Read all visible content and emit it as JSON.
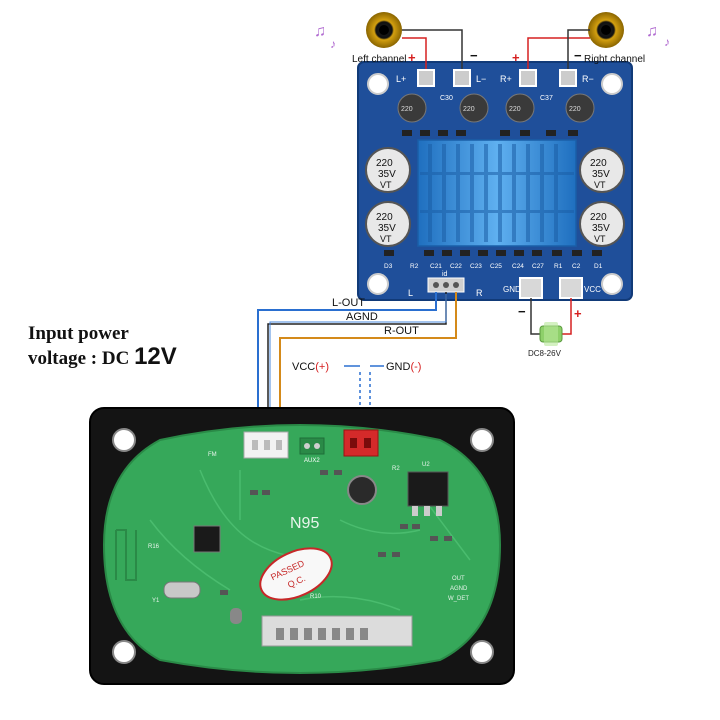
{
  "amp_board": {
    "left_channel": "Left channel",
    "right_channel": "Right channel",
    "plus": "+",
    "minus": "−",
    "terminals": [
      "L+",
      "L−",
      "R+",
      "R−"
    ],
    "cap_labels": [
      "C30",
      "C37"
    ],
    "small_cap_value": "220",
    "big_cap_value": "220",
    "big_cap_voltage": "35V",
    "big_cap_series": "VT",
    "bottom_labels": [
      "D3",
      "R2",
      "C21",
      "C22",
      "C23",
      "C25",
      "C24",
      "C27",
      "R1",
      "C2",
      "D1"
    ],
    "input_l": "L",
    "input_r": "R",
    "input_id": "id",
    "gnd_pad": "GND",
    "vcc_pad": "VCC",
    "dc_range": "DC8-26V"
  },
  "wires": {
    "l_out": "L-OUT",
    "agnd": "AGND",
    "r_out": "R-OUT",
    "vcc": "VCC",
    "vcc_sign": "(+)",
    "gnd": "GND",
    "gnd_sign": "(-)"
  },
  "input_power": {
    "line1": "Input power",
    "line2": "voltage : DC",
    "value": "12V"
  },
  "decoder_board": {
    "model": "N95",
    "passed": "PASSED",
    "qc": "Q.C.",
    "aux": "AUX2",
    "silk": [
      "FM",
      "R16",
      "R10",
      "U2",
      "Y1",
      "R2",
      "OUT",
      "AGND",
      "W_DET"
    ]
  },
  "colors": {
    "amp_pcb": "#1f4f9a",
    "heatsink": "#2f86d6",
    "decoder_pcb": "#36a85a",
    "wire_blue": "#2a6fd0",
    "wire_gold": "#d48a1a",
    "wire_red": "#d62020"
  }
}
